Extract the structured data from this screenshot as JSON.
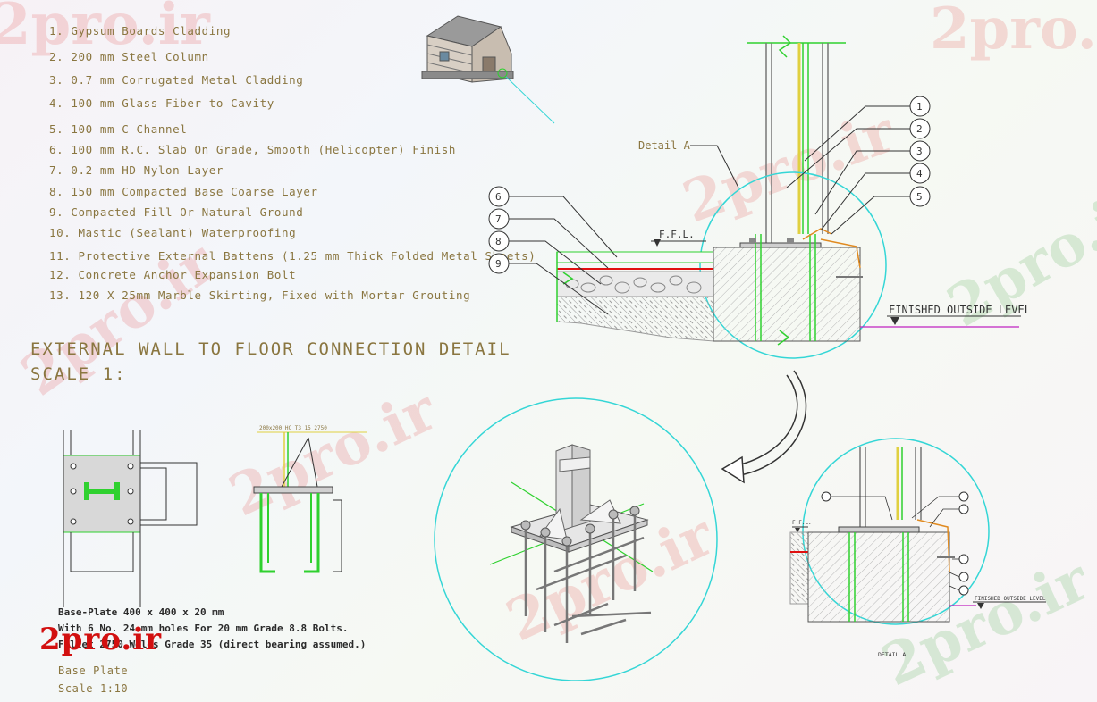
{
  "notes": [
    "1. Gypsum Boards Cladding",
    "2. 200 mm Steel Column",
    "3. 0.7 mm Corrugated Metal Cladding",
    "4. 100 mm  Glass Fiber to Cavity",
    "5. 100 mm C Channel",
    "6. 100 mm R.C. Slab On Grade, Smooth (Helicopter) Finish",
    "7. 0.2 mm HD Nylon Layer",
    "8. 150 mm Compacted Base Coarse Layer",
    "9. Compacted Fill Or Natural Ground",
    "10. Mastic (Sealant) Waterproofing",
    "11. Protective External Battens (1.25 mm Thick Folded Metal Sheets)",
    "12. Concrete Anchor Expansion Bolt",
    "13. 120 X 25mm Marble Skirting, Fixed with Mortar Grouting"
  ],
  "title": {
    "line1": "EXTERNAL WALL TO FLOOR CONNECTION DETAIL",
    "line2": "SCALE 1:"
  },
  "labels": {
    "detail_a": "Detail A",
    "ffl": "F.F.L.",
    "finished_outside_level": "FINISHED OUTSIDE LEVEL",
    "detail_a_small": "DETAIL A",
    "ffl_small": "F.F.L.",
    "finished_outside_small": "FINISHED OUTSIDE LEVEL",
    "weld_note": "200x200 HC T3 15 2750"
  },
  "callouts_right": [
    "1",
    "2",
    "3",
    "4",
    "5"
  ],
  "callouts_left": [
    "6",
    "7",
    "8",
    "9"
  ],
  "base_plate": {
    "line1": "Base-Plate 400 x 400 x 20 mm",
    "line2": "With 6 No. 24 mm holes For 20 mm Grade 8.8 Bolts.",
    "line3": "Fillet 2750 Welds Grade 35 (direct bearing assumed.)",
    "name": "Base Plate",
    "scale": "Scale 1:10"
  },
  "watermark": "2pro.ir",
  "logo": "2pro.ir",
  "colors": {
    "text": "#8a7640",
    "green": "#2fd12f",
    "cyan": "#34d6d6",
    "red": "#e01010",
    "yellow": "#d8d830",
    "orange": "#e08a20",
    "magenta": "#c022c0"
  }
}
